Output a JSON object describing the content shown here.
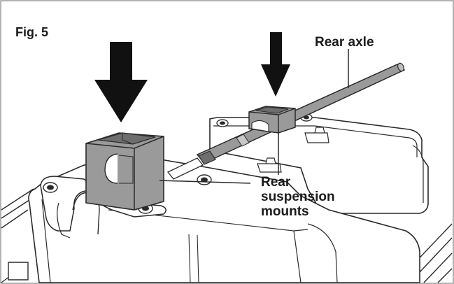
{
  "figure": {
    "fig_label": "Fig. 5",
    "axle_label": "Rear axle",
    "mounts_label_lines": [
      "Rear",
      "suspension",
      "mounts"
    ]
  },
  "colors": {
    "line": "#2a2a2a",
    "gray_fill": "#9a9a9a",
    "dark_fill": "#6e6e6e",
    "arrow": "#111111",
    "frame": "#999999"
  },
  "icons": [
    "down-arrow-icon",
    "down-arrow-icon"
  ]
}
